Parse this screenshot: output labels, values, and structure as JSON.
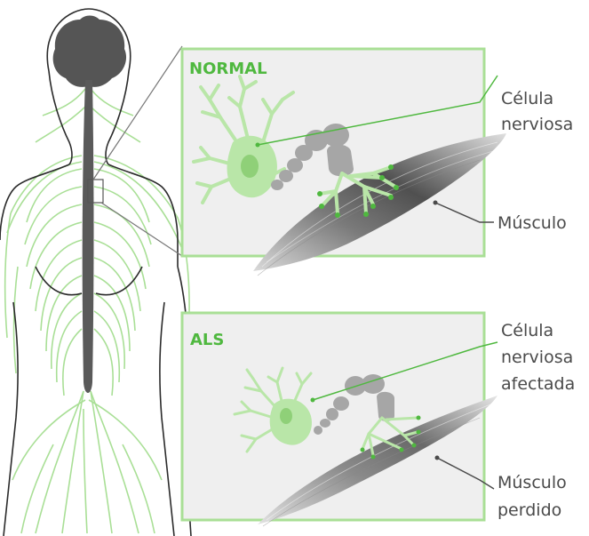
{
  "colors": {
    "accent": "#4fb83f",
    "nerve": "#a9df96",
    "nerve_fill": "#b9e6a8",
    "panel_bg": "#efefef",
    "panel_border": "#a9df96",
    "body_outline": "#2b2b2b",
    "spine": "#5a5a5a",
    "text": "#4a4a4a"
  },
  "panels": {
    "normal": {
      "title": "NORMAL"
    },
    "als": {
      "title": "ALS"
    }
  },
  "labels": {
    "normal_cell_line1": "Célula",
    "normal_cell_line2": "nerviosa",
    "normal_muscle": "Músculo",
    "als_cell_line1": "Célula",
    "als_cell_line2": "nerviosa",
    "als_cell_line3": "afectada",
    "als_muscle_line1": "Músculo",
    "als_muscle_line2": "perdido"
  },
  "icons": [
    "human-body-icon",
    "brain-icon",
    "spinal-cord-icon",
    "nerve-cell-icon",
    "muscle-icon"
  ]
}
